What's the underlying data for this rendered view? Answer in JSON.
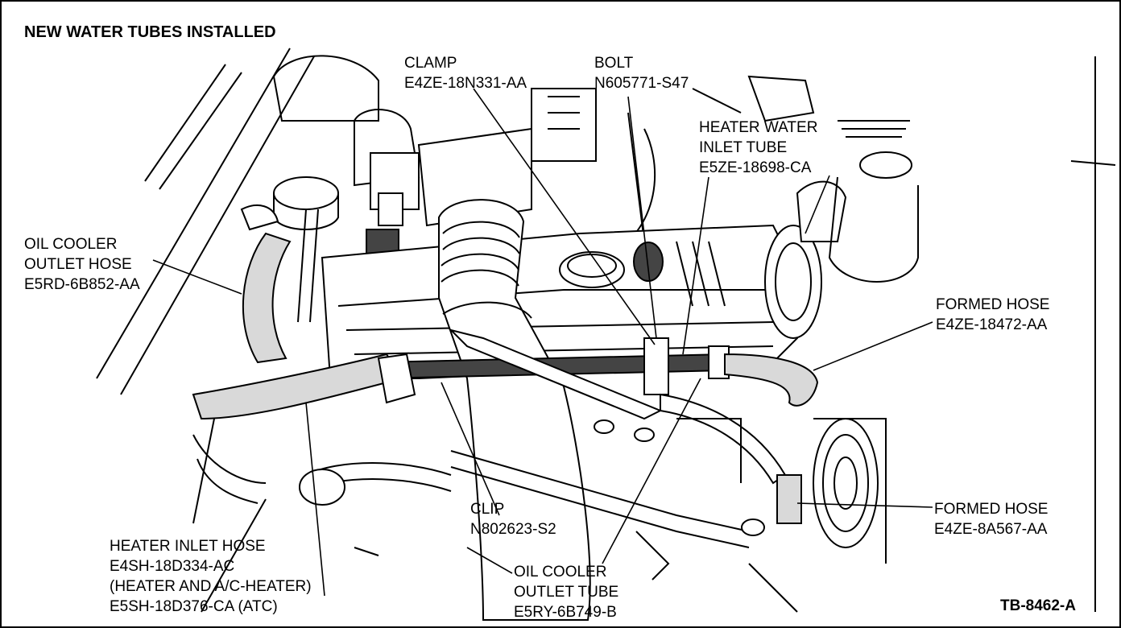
{
  "title": "NEW WATER TUBES INSTALLED",
  "figure_id": "TB-8462-A",
  "callouts": {
    "clamp": [
      "CLAMP",
      "E4ZE-18N331-AA"
    ],
    "bolt": [
      "BOLT",
      "N605771-S47"
    ],
    "heater_water_inlet_tube": [
      "HEATER WATER",
      "INLET TUBE",
      "E5ZE-18698-CA"
    ],
    "oil_cooler_outlet_hose": [
      "OIL COOLER",
      "OUTLET HOSE",
      "E5RD-6B852-AA"
    ],
    "formed_hose_1": [
      "FORMED HOSE",
      "E4ZE-18472-AA"
    ],
    "formed_hose_2": [
      "FORMED HOSE",
      "E4ZE-8A567-AA"
    ],
    "clip": [
      "CLIP",
      "N802623-S2"
    ],
    "heater_inlet_hose": [
      "HEATER INLET HOSE",
      "E4SH-18D334-AC",
      "(HEATER AND A/C-HEATER)",
      "E5SH-18D376-CA (ATC)"
    ],
    "oil_cooler_outlet_tube": [
      "OIL COOLER",
      "OUTLET TUBE",
      "E5RY-6B749-B"
    ]
  }
}
